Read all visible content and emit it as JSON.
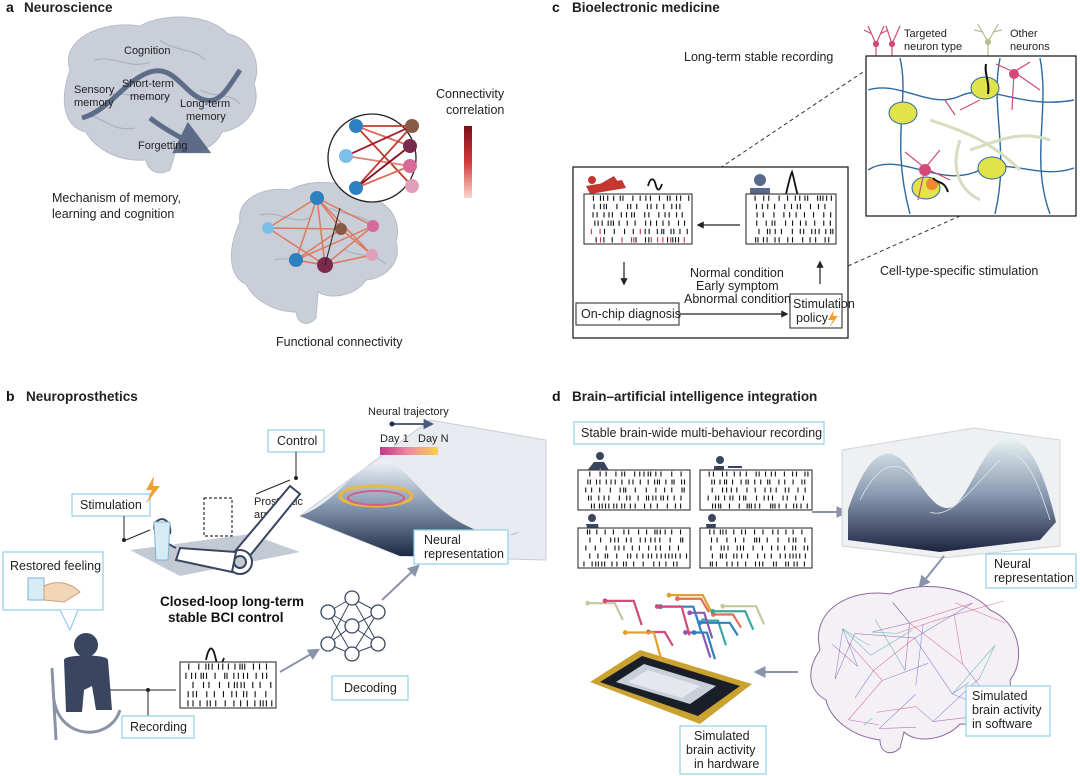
{
  "panel_a": {
    "label": "a",
    "title": "Neuroscience",
    "cognition": "Cognition",
    "sensory_1": "Sensory",
    "sensory_2": "memory",
    "short_1": "Short-term",
    "short_2": "memory",
    "long_1": "Long-term",
    "long_2": "memory",
    "forgetting": "Forgetting",
    "mechanism_1": "Mechanism of memory,",
    "mechanism_2": "learning and cognition",
    "functional": "Functional connectivity",
    "corr_1": "Connectivity",
    "corr_2": "correlation"
  },
  "panel_b": {
    "label": "b",
    "title": "Neuroprosthetics",
    "control": "Control",
    "stimulation": "Stimulation",
    "prosthetic_1": "Prosthetic",
    "prosthetic_2": "arm",
    "restored": "Restored feeling",
    "closed_1": "Closed-loop long-term",
    "closed_2": "stable BCI control",
    "trajectory": "Neural trajectory",
    "day1": "Day 1",
    "dayn": "Day N",
    "neural_rep_1": "Neural",
    "neural_rep_2": "representation",
    "decoding": "Decoding",
    "recording": "Recording"
  },
  "panel_c": {
    "label": "c",
    "title": "Bioelectronic medicine",
    "long_term": "Long-term stable recording",
    "targeted_1": "Targeted",
    "targeted_2": "neuron type",
    "other_1": "Other",
    "other_2": "neurons",
    "cell_type": "Cell-type-specific stimulation",
    "normal": "Normal condition",
    "early": "Early symptom",
    "abnormal": "Abnormal condition",
    "diagnosis": "On-chip diagnosis",
    "policy_1": "Stimulation",
    "policy_2": "policy"
  },
  "panel_d": {
    "label": "d",
    "title": "Brain–artificial intelligence integration",
    "stable": "Stable brain-wide multi-behaviour recording",
    "neural_rep_1": "Neural",
    "neural_rep_2": "representation",
    "sim_sw_1": "Simulated",
    "sim_sw_2": "brain activity",
    "sim_sw_3": "in software",
    "sim_hw_1": "Simulated",
    "sim_hw_2": "brain activity",
    "sim_hw_3": "in hardware"
  },
  "colors": {
    "accent_box": "#8fd0e8",
    "brain": "#c7ccd6",
    "node_blue": "#2f80c0",
    "node_light": "#7cc0ea",
    "node_dark": "#7a2a4a",
    "node_pink": "#d86a98",
    "edge_red": "#c0392b",
    "slate": "#5a6a8a",
    "orange": "#f0a030"
  }
}
